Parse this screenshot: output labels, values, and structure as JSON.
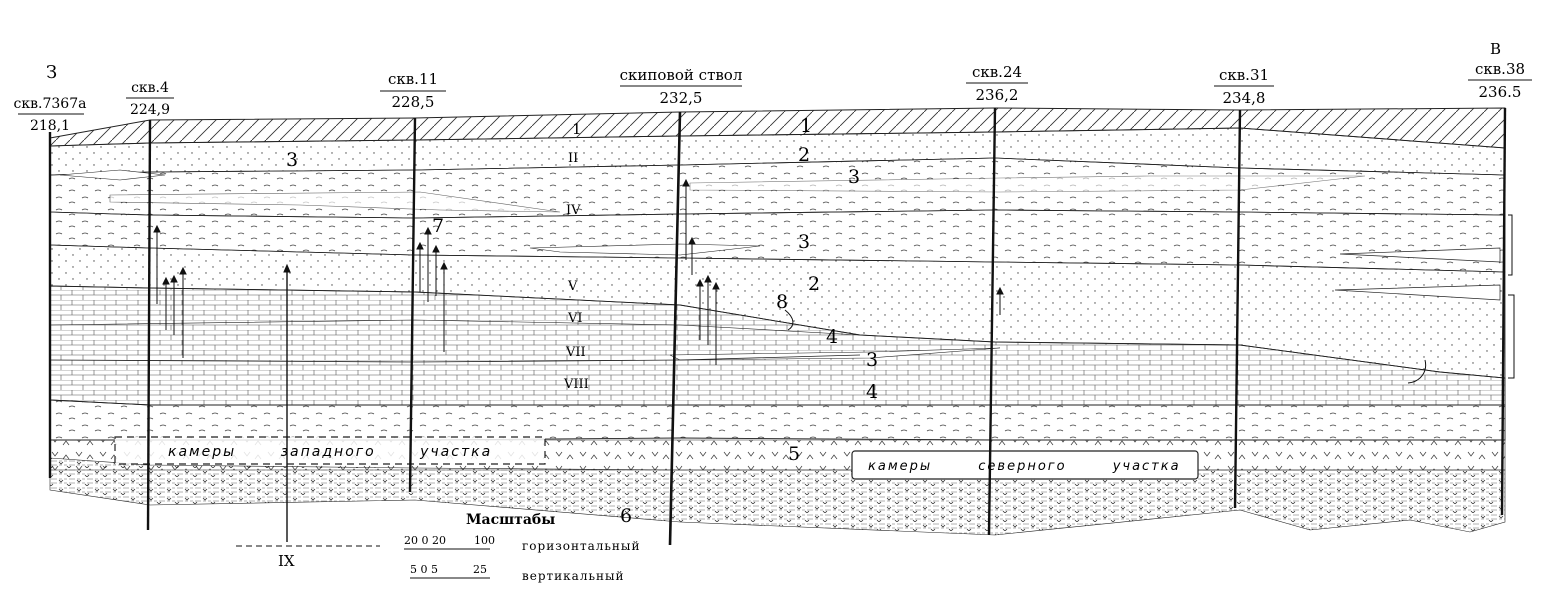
{
  "section": {
    "end_left": "З",
    "end_right": "В"
  },
  "wells": [
    {
      "name": "скв.7367а",
      "elevation": "218,1"
    },
    {
      "name": "скв.4",
      "elevation": "224,9"
    },
    {
      "name": "скв.11",
      "elevation": "228,5"
    },
    {
      "name": "скиповой ствол",
      "elevation": "232,5"
    },
    {
      "name": "скв.24",
      "elevation": "236,2"
    },
    {
      "name": "скв.31",
      "elevation": "234,8"
    },
    {
      "name": "скв.38",
      "elevation": "236.5"
    }
  ],
  "layer_numbers": {
    "n1a": "1",
    "n1b": "1",
    "n2a": "2",
    "n2b": "2",
    "n3a": "3",
    "n3b": "3",
    "n3c": "3",
    "n3d": "3",
    "n4a": "4",
    "n4b": "4",
    "n5": "5",
    "n6": "6",
    "n7": "7",
    "n8": "8"
  },
  "horizons": {
    "II": "II",
    "IV": "IV",
    "V": "V",
    "VI": "VI",
    "VII": "VII",
    "VIII": "VIII"
  },
  "chambers": {
    "west": "камеры западного участка",
    "north": "камеры северного участка"
  },
  "legend": {
    "section_line_label": "IX",
    "scale_title": "Масштабы",
    "horizontal_ticks": "20 0 20        100",
    "horizontal_label": "горизонтальный",
    "vertical_ticks": "5 0 5          25",
    "vertical_label": "вертикальный"
  }
}
